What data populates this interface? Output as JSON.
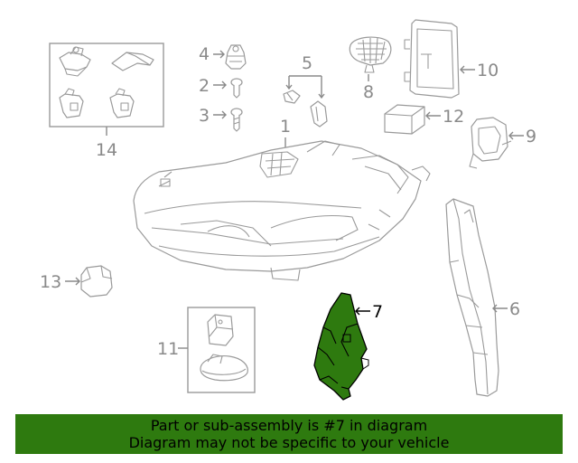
{
  "diagram": {
    "highlighted_part": "7",
    "callouts": {
      "c1": "1",
      "c2": "2",
      "c3": "3",
      "c4": "4",
      "c5": "5",
      "c6": "6",
      "c7": "7",
      "c8": "8",
      "c9": "9",
      "c10": "10",
      "c11": "11",
      "c12": "12",
      "c13": "13",
      "c14": "14"
    }
  },
  "banner": {
    "line1": "Part or sub-assembly is #7 in diagram",
    "line2": "Diagram may not be specific to your vehicle"
  },
  "colors": {
    "highlight_part": "#2e7a0f",
    "banner_bg": "#2e7a0f",
    "line_art": "#9a9a9a"
  }
}
